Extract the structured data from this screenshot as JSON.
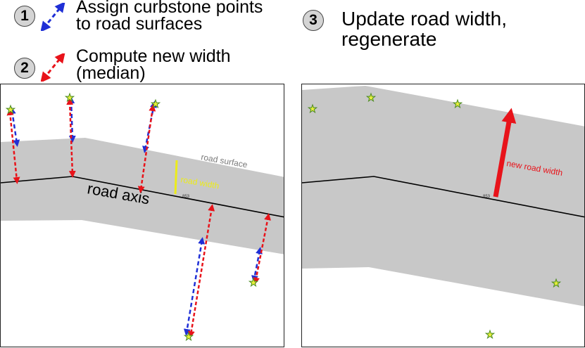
{
  "steps": [
    {
      "number": "1",
      "text": "Assign curbstone points\nto road surfaces"
    },
    {
      "number": "2",
      "text": "Compute new width\n(median)"
    },
    {
      "number": "3",
      "text": "Update road width,\nregenerate"
    }
  ],
  "left_panel": {
    "road_surface_label": "road surface",
    "road_width_label": "road width",
    "road_axis_label": "road axis",
    "segment_id": "853"
  },
  "right_panel": {
    "new_road_width_label": "new road width",
    "segment_id": "853"
  },
  "colors": {
    "road": "#c8c8c8",
    "axis": "#000000",
    "assign_arrow": "#1f2fd6",
    "width_arrow": "#e8131a",
    "star_fill": "#e8f03a",
    "star_stroke": "#4a8a20",
    "road_width_marker": "#ecec1a",
    "road_surface_text": "#7a7a7a"
  }
}
